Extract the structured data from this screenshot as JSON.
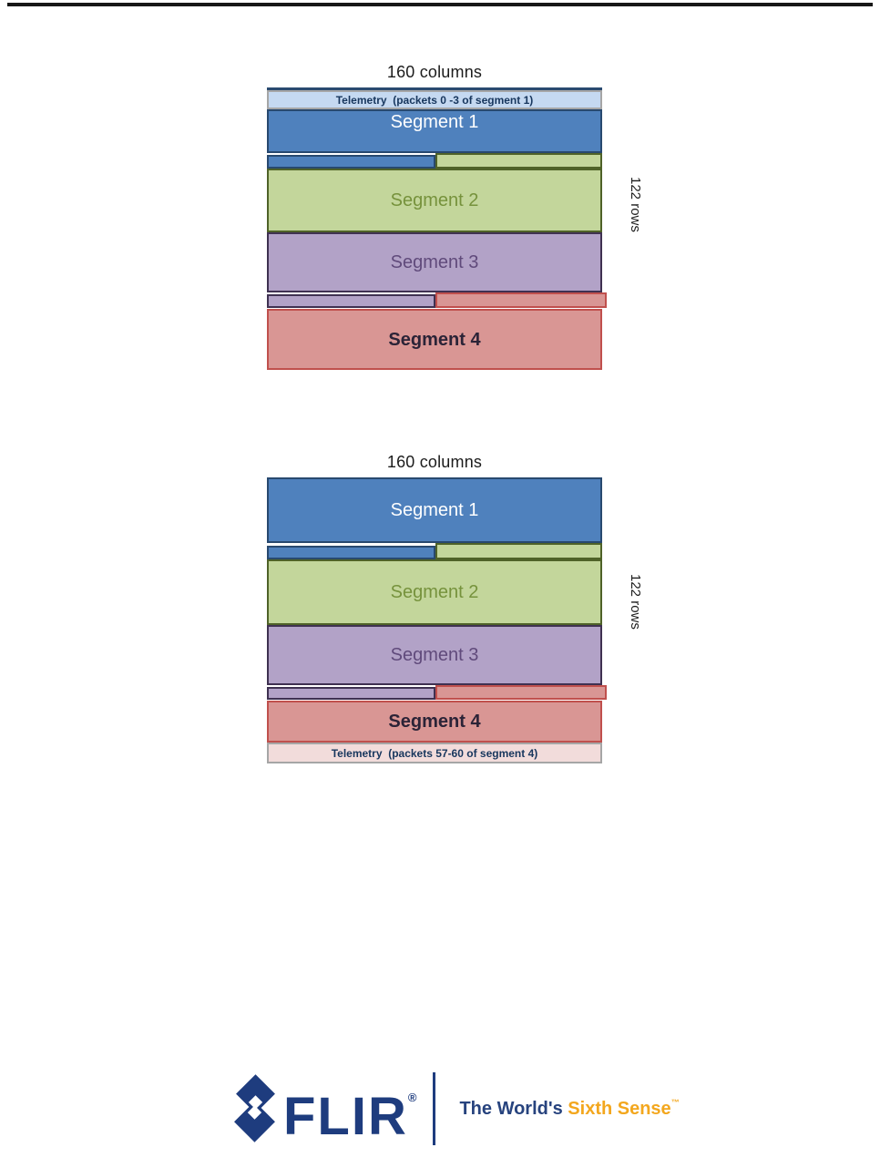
{
  "figures": [
    {
      "title": "160 columns",
      "rows_label": "122 rows",
      "telemetry_label": "Telemetry  (packets 0 -3 of segment 1)",
      "telemetry_position": "top",
      "segments": [
        {
          "label": "Segment 1"
        },
        {
          "label": "Segment 2"
        },
        {
          "label": "Segment 3"
        },
        {
          "label": "Segment 4"
        }
      ]
    },
    {
      "title": "160 columns",
      "rows_label": "122 rows",
      "telemetry_label": "Telemetry  (packets 57-60 of segment 4)",
      "telemetry_position": "bottom",
      "segments": [
        {
          "label": "Segment 1"
        },
        {
          "label": "Segment 2"
        },
        {
          "label": "Segment 3"
        },
        {
          "label": "Segment 4"
        }
      ]
    }
  ],
  "footer": {
    "brand": "FLIR",
    "registered": "®",
    "tagline_prefix": "The World's ",
    "tagline_accent": "Sixth Sense",
    "trademark": "™"
  },
  "colors": {
    "segment1_fill": "#4F81BD",
    "segment1_border": "#28496F",
    "segment2_fill": "#C3D69B",
    "segment2_border": "#4F6228",
    "segment3_fill": "#B2A2C7",
    "segment3_border": "#3F3151",
    "segment4_fill": "#D99694",
    "segment4_border": "#C0504D",
    "telemetry_top_fill": "#C5D9F1",
    "telemetry_bottom_fill": "#F2DCDB",
    "telemetry_border": "#A6A6A6",
    "telemetry_text": "#17365D",
    "brand_navy": "#1E3C7E",
    "brand_orange": "#F3A71E"
  }
}
